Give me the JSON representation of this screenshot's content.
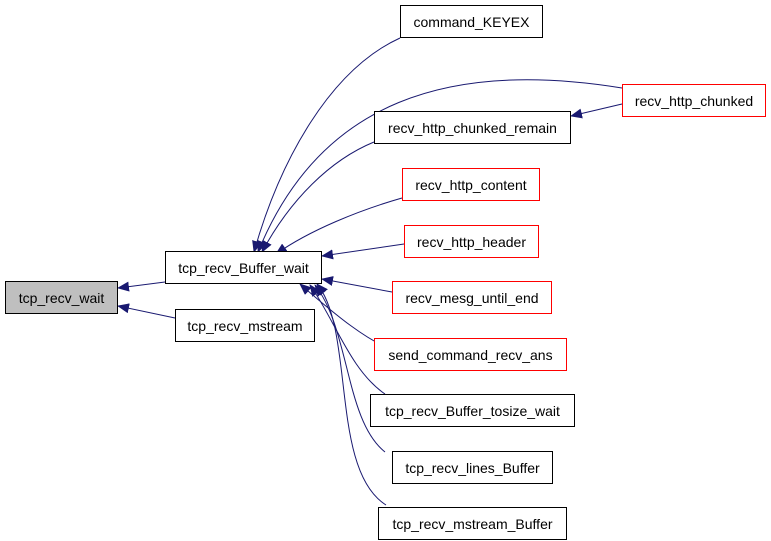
{
  "colors": {
    "edge": "#191970",
    "border_normal": "#000000",
    "border_truncated": "#ff0000",
    "root_fill": "#bfbfbf"
  },
  "nodes": {
    "tcp_recv_wait": "tcp_recv_wait",
    "tcp_recv_buffer_wait": "tcp_recv_Buffer_wait",
    "tcp_recv_mstream": "tcp_recv_mstream",
    "command_keyex": "command_KEYEX",
    "recv_http_chunked_remain": "recv_http_chunked_remain",
    "recv_http_chunked": "recv_http_chunked",
    "recv_http_content": "recv_http_content",
    "recv_http_header": "recv_http_header",
    "recv_mesg_until_end": "recv_mesg_until_end",
    "send_command_recv_ans": "send_command_recv_ans",
    "tcp_recv_buffer_tosize_wait": "tcp_recv_Buffer_tosize_wait",
    "tcp_recv_lines_buffer": "tcp_recv_lines_Buffer",
    "tcp_recv_mstream_buffer": "tcp_recv_mstream_Buffer"
  }
}
